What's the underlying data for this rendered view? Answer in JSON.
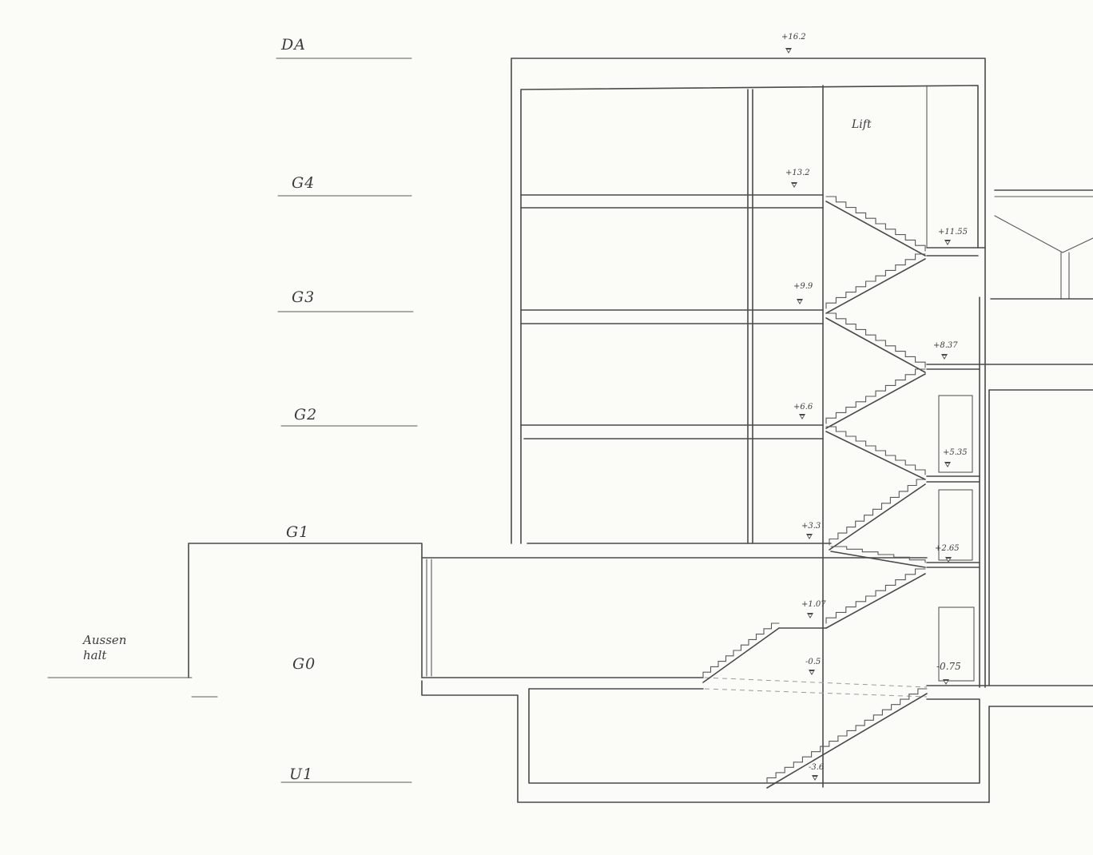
{
  "levels": [
    {
      "id": "da",
      "label": "DA"
    },
    {
      "id": "g4",
      "label": "G4"
    },
    {
      "id": "g3",
      "label": "G3"
    },
    {
      "id": "g2",
      "label": "G2"
    },
    {
      "id": "g1",
      "label": "G1"
    },
    {
      "id": "g0",
      "label": "G0"
    },
    {
      "id": "u1",
      "label": "U1"
    }
  ],
  "elevations": [
    "+16.2",
    "+13.2",
    "+11.55",
    "+9.9",
    "+8.37",
    "+6.6",
    "+5.35",
    "+3.3",
    "+2.65",
    "+1.07",
    "-0.5",
    "-0.75",
    "-3.6"
  ],
  "labels": {
    "lift": "Lift",
    "outside": "Aussen\nhalt"
  }
}
